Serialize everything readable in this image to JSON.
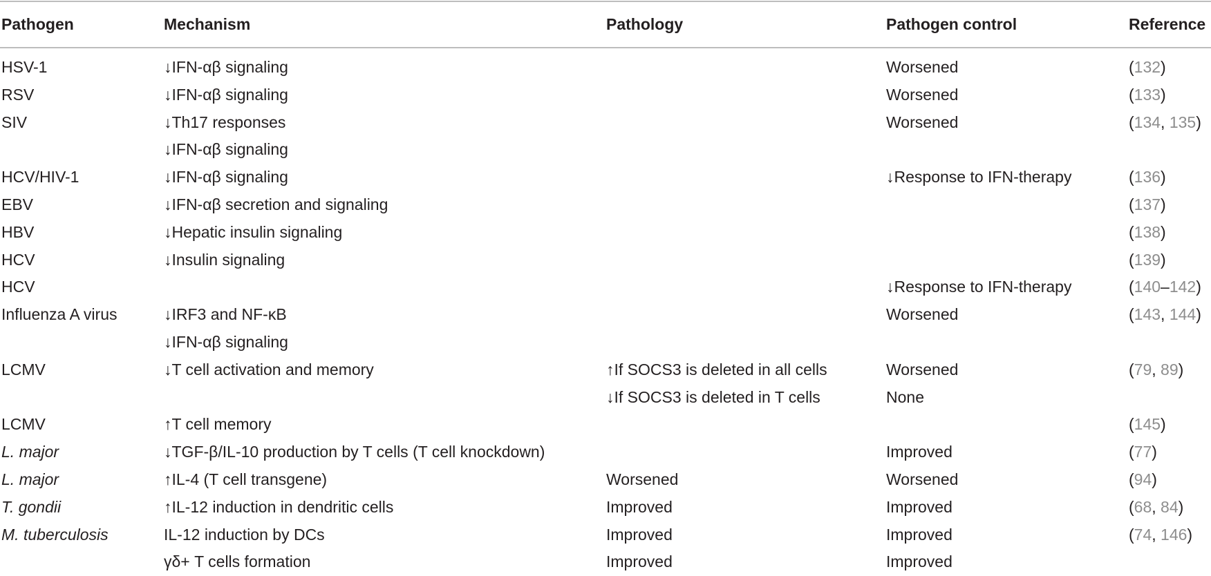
{
  "table": {
    "headers": [
      "Pathogen",
      "Mechanism",
      "Pathology",
      "Pathogen control",
      "Reference"
    ],
    "rows": [
      {
        "pathogen": "HSV-1",
        "italic": false,
        "mechanism": "↓IFN-αβ signaling",
        "pathology": "",
        "control": "Worsened",
        "refs": [
          "132"
        ]
      },
      {
        "pathogen": "RSV",
        "italic": false,
        "mechanism": "↓IFN-αβ signaling",
        "pathology": "",
        "control": "Worsened",
        "refs": [
          "133"
        ]
      },
      {
        "pathogen": "SIV",
        "italic": false,
        "mechanism": "↓Th17 responses",
        "pathology": "",
        "control": "Worsened",
        "refs": [
          "134",
          "135"
        ]
      },
      {
        "pathogen": "",
        "italic": false,
        "mechanism": "↓IFN-αβ signaling",
        "pathology": "",
        "control": "",
        "refs": []
      },
      {
        "pathogen": "HCV/HIV-1",
        "italic": false,
        "mechanism": "↓IFN-αβ signaling",
        "pathology": "",
        "control": "↓Response to IFN-therapy",
        "refs": [
          "136"
        ]
      },
      {
        "pathogen": "EBV",
        "italic": false,
        "mechanism": "↓IFN-αβ secretion and signaling",
        "pathology": "",
        "control": "",
        "refs": [
          "137"
        ]
      },
      {
        "pathogen": "HBV",
        "italic": false,
        "mechanism": "↓Hepatic insulin signaling",
        "pathology": "",
        "control": "",
        "refs": [
          "138"
        ]
      },
      {
        "pathogen": "HCV",
        "italic": false,
        "mechanism": "↓Insulin signaling",
        "pathology": "",
        "control": "",
        "refs": [
          "139"
        ]
      },
      {
        "pathogen": "HCV",
        "italic": false,
        "mechanism": "",
        "pathology": "",
        "control": "↓Response to IFN-therapy",
        "refs": [
          "140",
          "142"
        ],
        "refs_range": true
      },
      {
        "pathogen": "Influenza A virus",
        "italic": false,
        "mechanism": "↓IRF3 and NF-κB",
        "pathology": "",
        "control": "Worsened",
        "refs": [
          "143",
          "144"
        ]
      },
      {
        "pathogen": "",
        "italic": false,
        "mechanism": "↓IFN-αβ signaling",
        "pathology": "",
        "control": "",
        "refs": []
      },
      {
        "pathogen": "LCMV",
        "italic": false,
        "mechanism": "↓T cell activation and memory",
        "pathology": "↑If SOCS3 is deleted in all cells",
        "control": "Worsened",
        "refs": [
          "79",
          "89"
        ]
      },
      {
        "pathogen": "",
        "italic": false,
        "mechanism": "",
        "pathology": "↓If SOCS3 is deleted in T cells",
        "control": "None",
        "refs": []
      },
      {
        "pathogen": "LCMV",
        "italic": false,
        "mechanism": "↑T cell memory",
        "pathology": "",
        "control": "",
        "refs": [
          "145"
        ]
      },
      {
        "pathogen": "L. major",
        "italic": true,
        "mechanism": "↓TGF-β/IL-10 production by T cells (T cell knockdown)",
        "pathology": "",
        "control": "Improved",
        "refs": [
          "77"
        ]
      },
      {
        "pathogen": "L. major",
        "italic": true,
        "mechanism": "↑IL-4 (T cell transgene)",
        "pathology": "Worsened",
        "control": "Worsened",
        "refs": [
          "94"
        ]
      },
      {
        "pathogen": "T. gondii",
        "italic": true,
        "mechanism": "↑IL-12 induction in dendritic cells",
        "pathology": "Improved",
        "control": "Improved",
        "refs": [
          "68",
          "84"
        ]
      },
      {
        "pathogen": "M. tuberculosis",
        "italic": true,
        "mechanism": "IL-12 induction by DCs",
        "pathology": "Improved",
        "control": "Improved",
        "refs": [
          "74",
          "146"
        ]
      },
      {
        "pathogen": "",
        "italic": false,
        "mechanism": "γδ+ T cells formation",
        "pathology": "Improved",
        "control": "Improved",
        "refs": []
      }
    ]
  }
}
